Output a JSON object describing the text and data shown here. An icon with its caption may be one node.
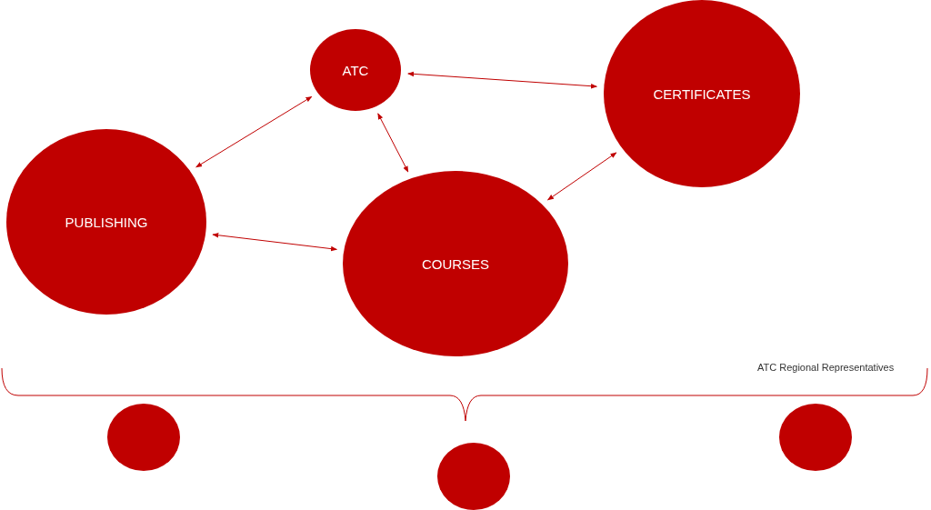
{
  "diagram": {
    "nodes": [
      {
        "text": [
          "ATC"
        ]
      },
      {
        "text": [
          "CERTIFICATES"
        ]
      },
      {
        "text": [
          "PUBLISHING"
        ]
      },
      {
        "text": [
          "COURSES"
        ]
      },
      {
        "text": [],
        "shape": "circle"
      },
      {
        "text": [],
        "shape": "circle"
      },
      {
        "text": [],
        "shape": "circle"
      }
    ],
    "edges": [
      {
        "from": 0,
        "to": 2,
        "arrow": "both"
      },
      {
        "from": 0,
        "to": 1,
        "arrow": "both"
      },
      {
        "from": 0,
        "to": 3,
        "arrow": "both"
      },
      {
        "from": 1,
        "to": 3,
        "arrow": "both"
      },
      {
        "from": 2,
        "to": 3,
        "arrow": "both"
      }
    ],
    "labels": [
      "ATC Regional Representatives"
    ]
  }
}
